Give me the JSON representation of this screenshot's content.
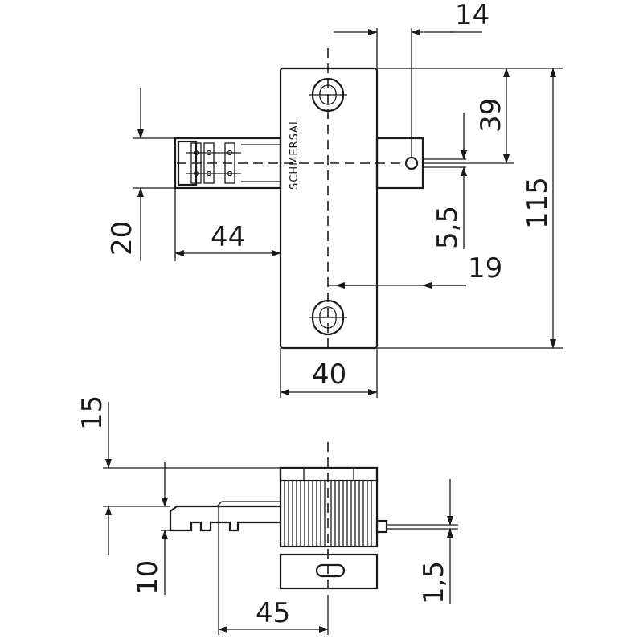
{
  "drawing": {
    "brand_label": "SCHMERSAL",
    "top_view": {
      "dimensions": {
        "d14": "14",
        "d39": "39",
        "d115": "115",
        "d20": "20",
        "d44": "44",
        "d5_5": "5,5",
        "d19": "19",
        "d40": "40"
      }
    },
    "side_view": {
      "dimensions": {
        "d15": "15",
        "d10": "10",
        "d45": "45",
        "d1_5": "1,5"
      }
    }
  }
}
